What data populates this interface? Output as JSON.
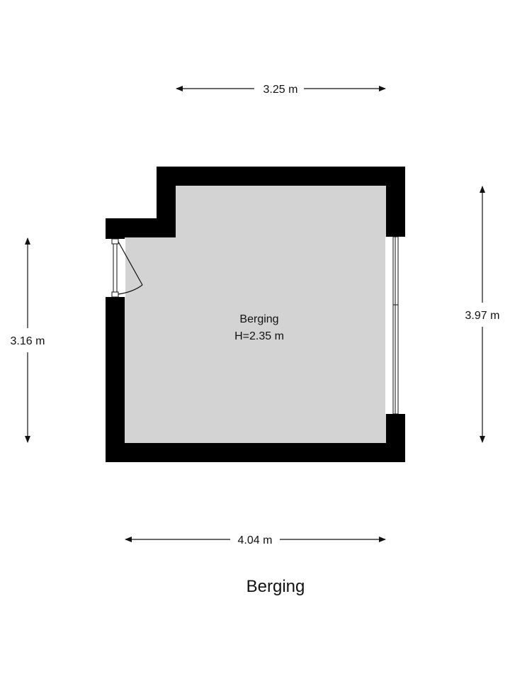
{
  "plan": {
    "title": "Berging",
    "room": {
      "name": "Berging",
      "height": "H=2.35 m"
    },
    "dimensions": {
      "top": "3.25 m",
      "bottom": "4.04 m",
      "left": "3.16 m",
      "right": "3.97 m"
    }
  },
  "colors": {
    "wall": "#000000",
    "floor": "#d3d3d3",
    "line": "#111111",
    "background": "#ffffff"
  }
}
